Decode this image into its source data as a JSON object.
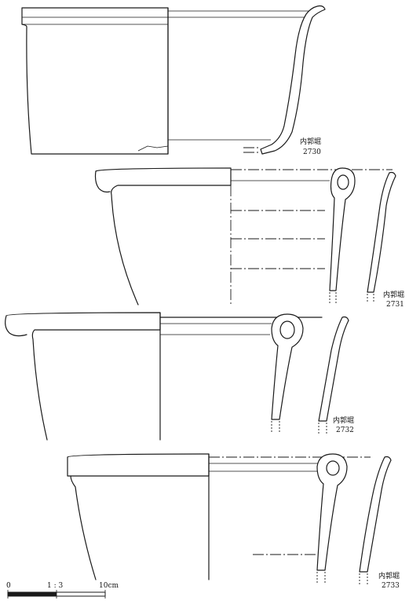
{
  "vessels": [
    {
      "site": "内郭堀",
      "number": "2730"
    },
    {
      "site": "内郭堀",
      "number": "2731"
    },
    {
      "site": "内郭堀",
      "number": "2732"
    },
    {
      "site": "内郭堀",
      "number": "2733"
    }
  ],
  "scale": {
    "zero": "0",
    "ratio": "1 : 3",
    "max": "10cm"
  }
}
